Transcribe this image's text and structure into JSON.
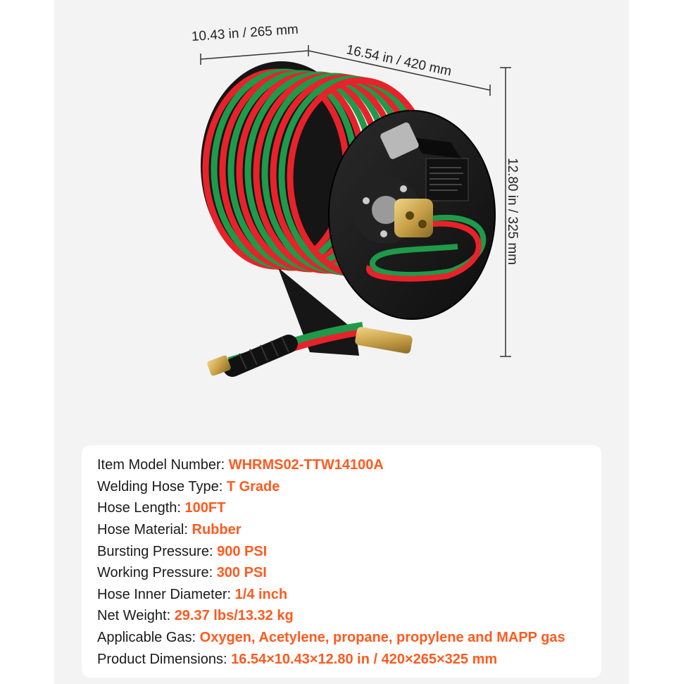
{
  "dimensions": {
    "width_label": "10.43 in / 265 mm",
    "length_label": "16.54 in / 420 mm",
    "height_label": "12.80 in / 325 mm"
  },
  "colors": {
    "accent": "#ff5a1f",
    "hose_green": "#1f9a4a",
    "hose_red": "#e8222a",
    "reel_body": "#1c1c1c",
    "brass": "#c9a24a"
  },
  "specs": [
    {
      "label": "Item Model Number: ",
      "value": "WHRMS02-TTW14100A"
    },
    {
      "label": "Welding Hose Type: ",
      "value": "T Grade"
    },
    {
      "label": "Hose Length: ",
      "value": "100FT"
    },
    {
      "label": "Hose Material: ",
      "value": "Rubber"
    },
    {
      "label": "Bursting Pressure: ",
      "value": "900 PSI"
    },
    {
      "label": "Working Pressure: ",
      "value": "300 PSI"
    },
    {
      "label": "Hose Inner Diameter: ",
      "value": "1/4 inch"
    },
    {
      "label": "Net Weight: ",
      "value": "29.37 lbs/13.32 kg"
    },
    {
      "label": "Applicable Gas: ",
      "value": "Oxygen, Acetylene, propane, propylene and MAPP gas"
    },
    {
      "label": "Product Dimensions: ",
      "value": "16.54×10.43×12.80 in / 420×265×325 mm"
    }
  ]
}
